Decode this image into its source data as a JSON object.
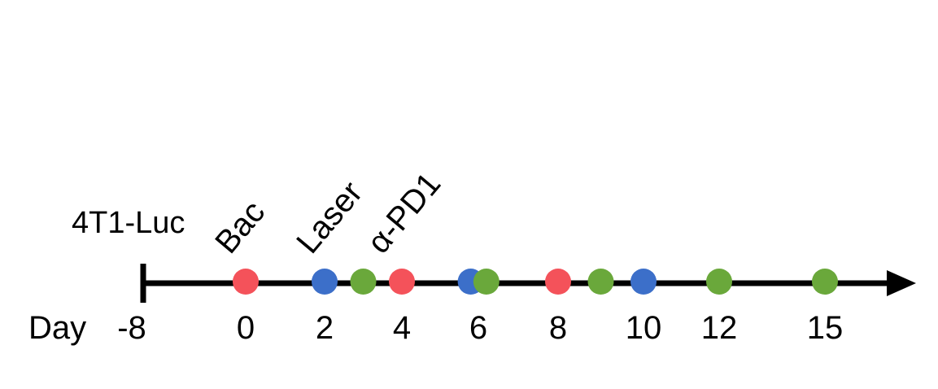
{
  "diagram": {
    "model_label": "4T1-Luc",
    "axis_label": "Day",
    "start_tick": "-8",
    "ticks": [
      {
        "day": 0,
        "label": "0"
      },
      {
        "day": 2,
        "label": "2"
      },
      {
        "day": 4,
        "label": "4"
      },
      {
        "day": 6,
        "label": "6"
      },
      {
        "day": 8,
        "label": "8"
      },
      {
        "day": 10,
        "label": "10"
      },
      {
        "day": 12,
        "label": "12"
      },
      {
        "day": 15,
        "label": "15"
      }
    ],
    "treatments": [
      {
        "key": "bac",
        "label": "Bac",
        "color": "#f4525a",
        "days": [
          0,
          4,
          8
        ]
      },
      {
        "key": "laser",
        "label": "Laser",
        "color": "#3c6fc9",
        "days": [
          2,
          5.8,
          10
        ]
      },
      {
        "key": "apd1",
        "label": "α-PD1",
        "color": "#6aa83b",
        "days": [
          3,
          6.2,
          9,
          12,
          15
        ]
      }
    ],
    "colors": {
      "axis": "#000000",
      "text": "#000000"
    }
  }
}
